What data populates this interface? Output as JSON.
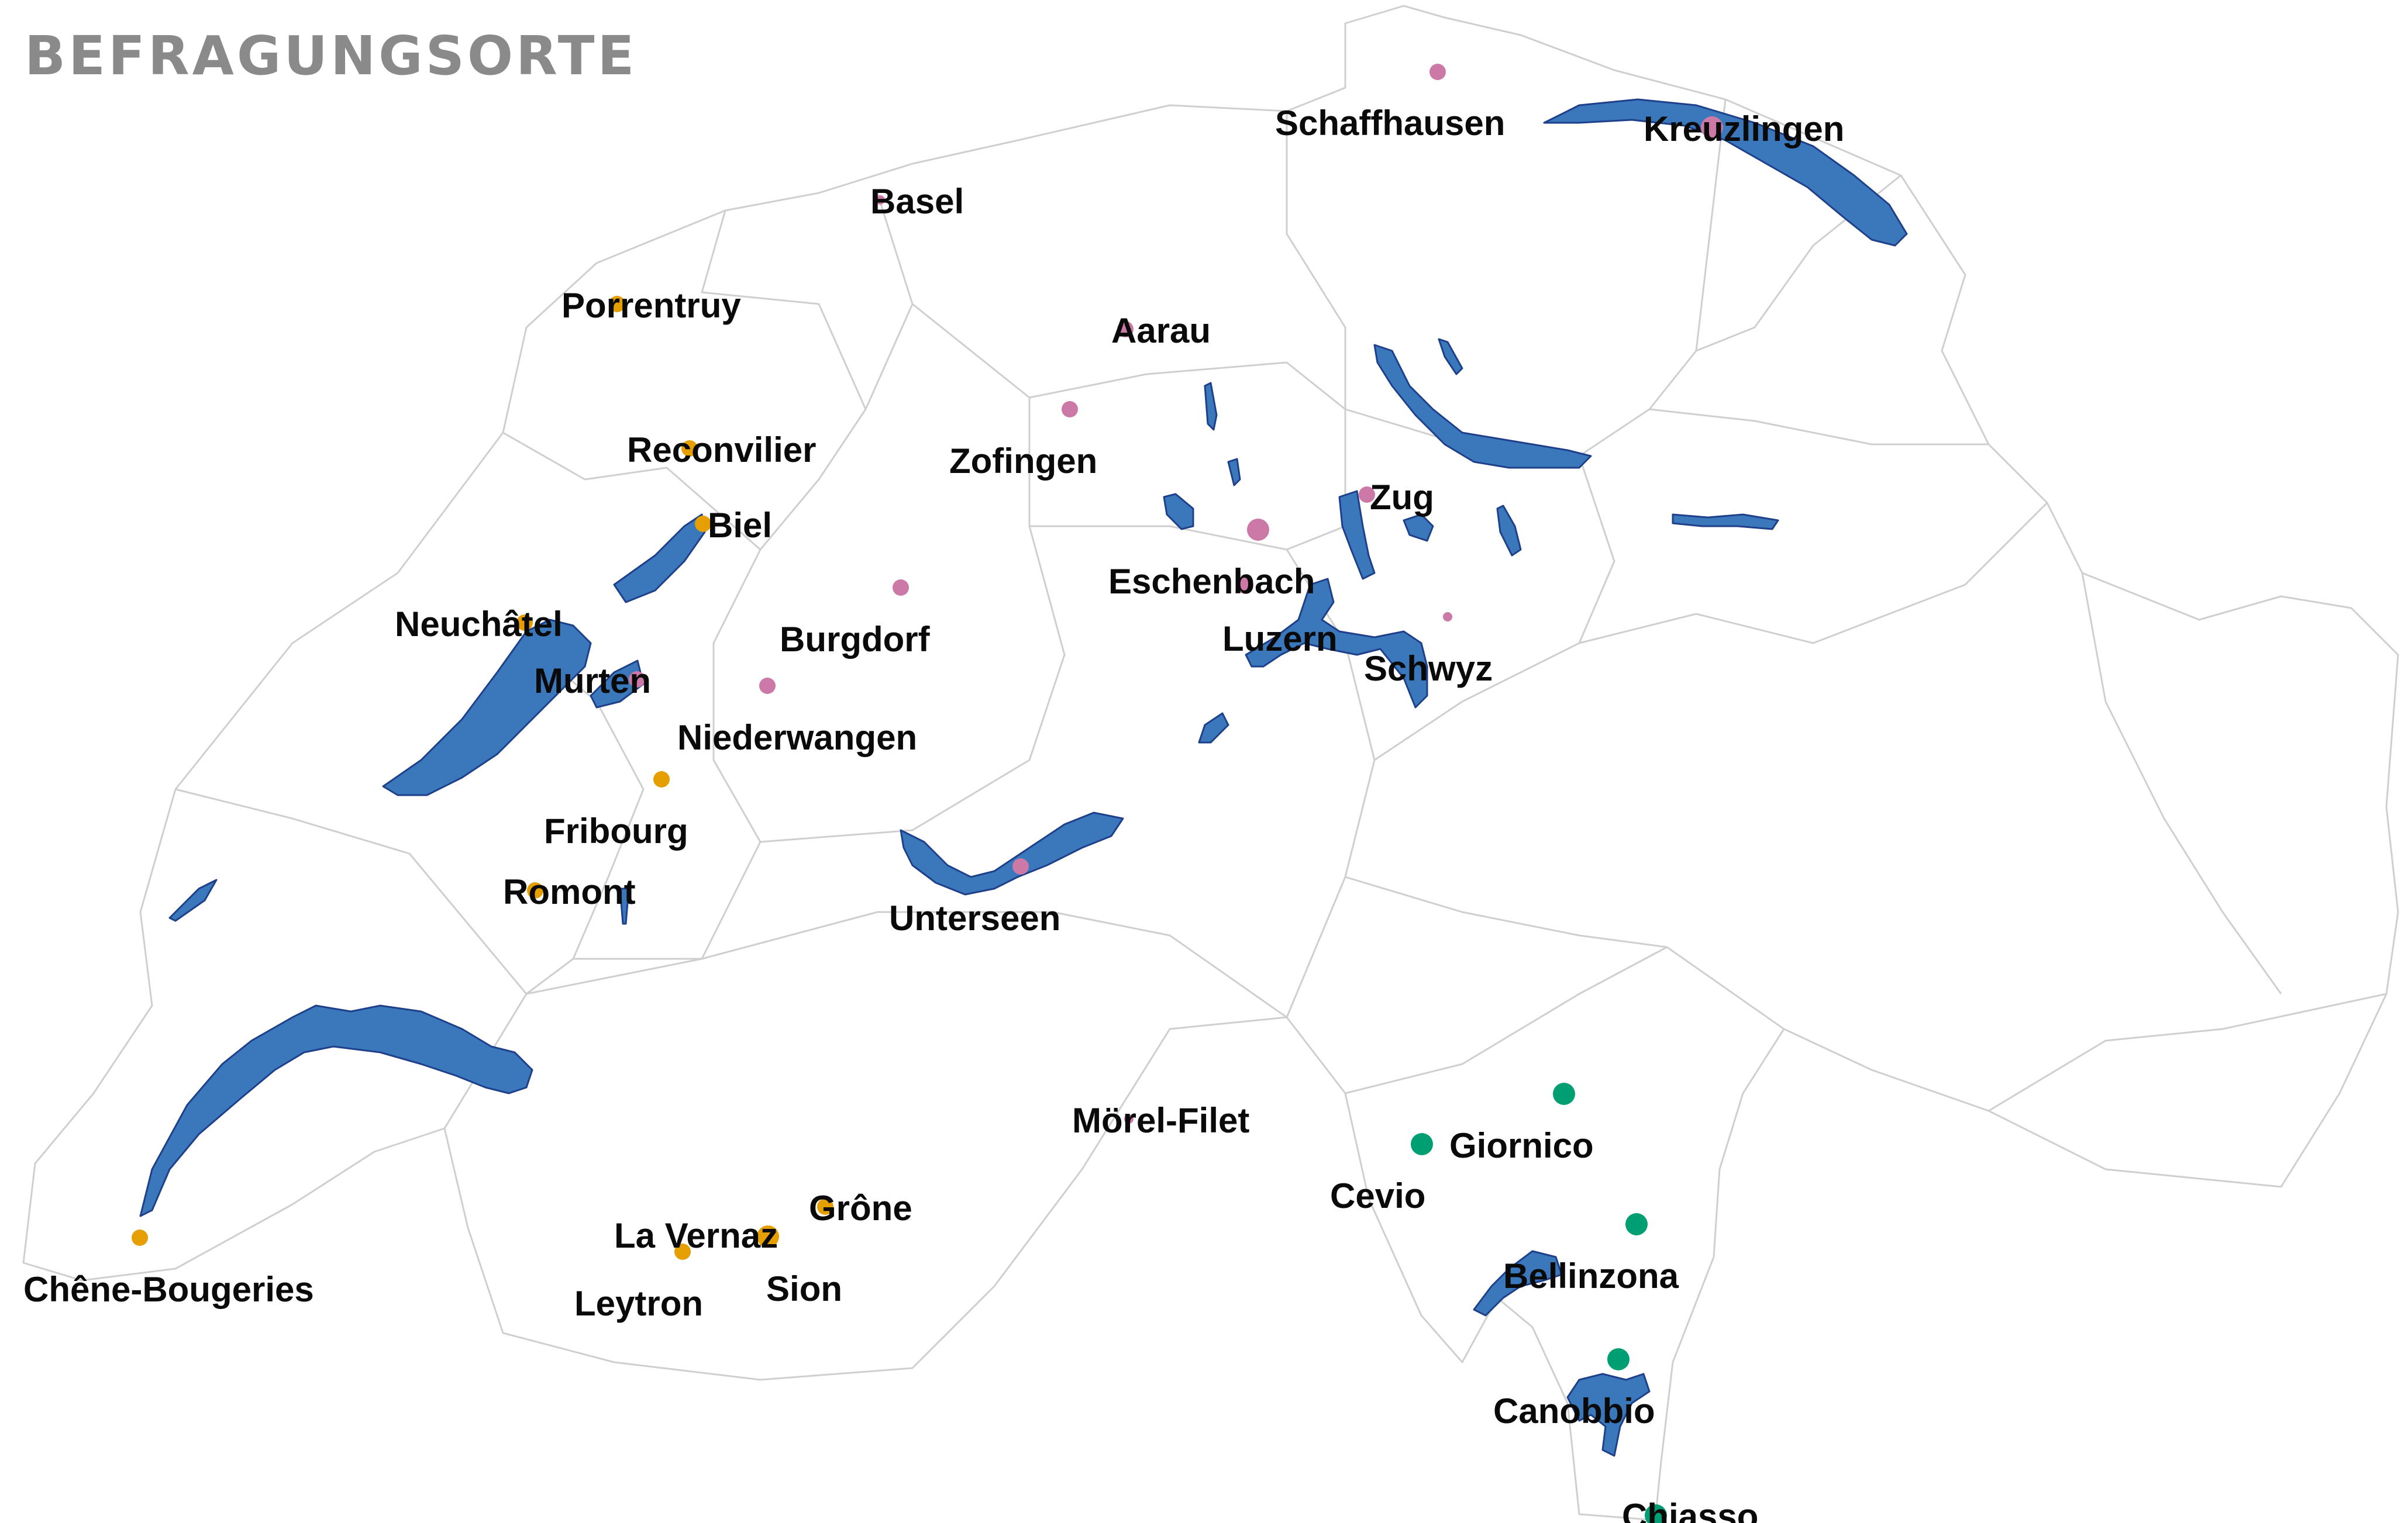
{
  "title": "BEFRAGUNGSORTE",
  "colors": {
    "lake": "#3a78bb",
    "lake_outline": "#1e3f8a",
    "border": "#cfcfcf",
    "group_orange": "#e69f00",
    "group_pink": "#cc79a7",
    "group_green": "#009e73"
  },
  "places": [
    {
      "name": "Schaffhausen",
      "group": "pink",
      "size": 1
    },
    {
      "name": "Kreuzlingen",
      "group": "pink",
      "size": 2
    },
    {
      "name": "Basel",
      "group": "pink",
      "size": 0
    },
    {
      "name": "Porrentruy",
      "group": "orange",
      "size": 1
    },
    {
      "name": "Aarau",
      "group": "pink",
      "size": 1
    },
    {
      "name": "Reconvilier",
      "group": "orange",
      "size": 1
    },
    {
      "name": "Zofingen",
      "group": "pink",
      "size": 1
    },
    {
      "name": "Zug",
      "group": "pink",
      "size": 1
    },
    {
      "name": "Biel",
      "group": "orange",
      "size": 1
    },
    {
      "name": "Eschenbach",
      "group": "pink",
      "size": 2
    },
    {
      "name": "Neuchâtel",
      "group": "orange",
      "size": 1
    },
    {
      "name": "Burgdorf",
      "group": "pink",
      "size": 1
    },
    {
      "name": "Luzern",
      "group": "pink",
      "size": 1
    },
    {
      "name": "Schwyz",
      "group": "pink",
      "size": 0
    },
    {
      "name": "Murten",
      "group": "pink",
      "size": 1
    },
    {
      "name": "Niederwangen",
      "group": "pink",
      "size": 1
    },
    {
      "name": "Fribourg",
      "group": "orange",
      "size": 1
    },
    {
      "name": "Romont",
      "group": "orange",
      "size": 1
    },
    {
      "name": "Unterseen",
      "group": "pink",
      "size": 1
    },
    {
      "name": "Mörel-Filet",
      "group": "pink",
      "size": 0
    },
    {
      "name": "Giornico",
      "group": "green",
      "size": 2
    },
    {
      "name": "Cevio",
      "group": "green",
      "size": 2
    },
    {
      "name": "Grône",
      "group": "orange",
      "size": 1
    },
    {
      "name": "La Vernaz",
      "group": "orange",
      "size": 1
    },
    {
      "name": "Sion",
      "group": "orange",
      "size": 2
    },
    {
      "name": "Leytron",
      "group": "orange",
      "size": 1
    },
    {
      "name": "Chêne-Bougeries",
      "group": "orange",
      "size": 1
    },
    {
      "name": "Bellinzona",
      "group": "green",
      "size": 2
    },
    {
      "name": "Canobbio",
      "group": "green",
      "size": 2
    },
    {
      "name": "Chiasso",
      "group": "green",
      "size": 2
    }
  ]
}
